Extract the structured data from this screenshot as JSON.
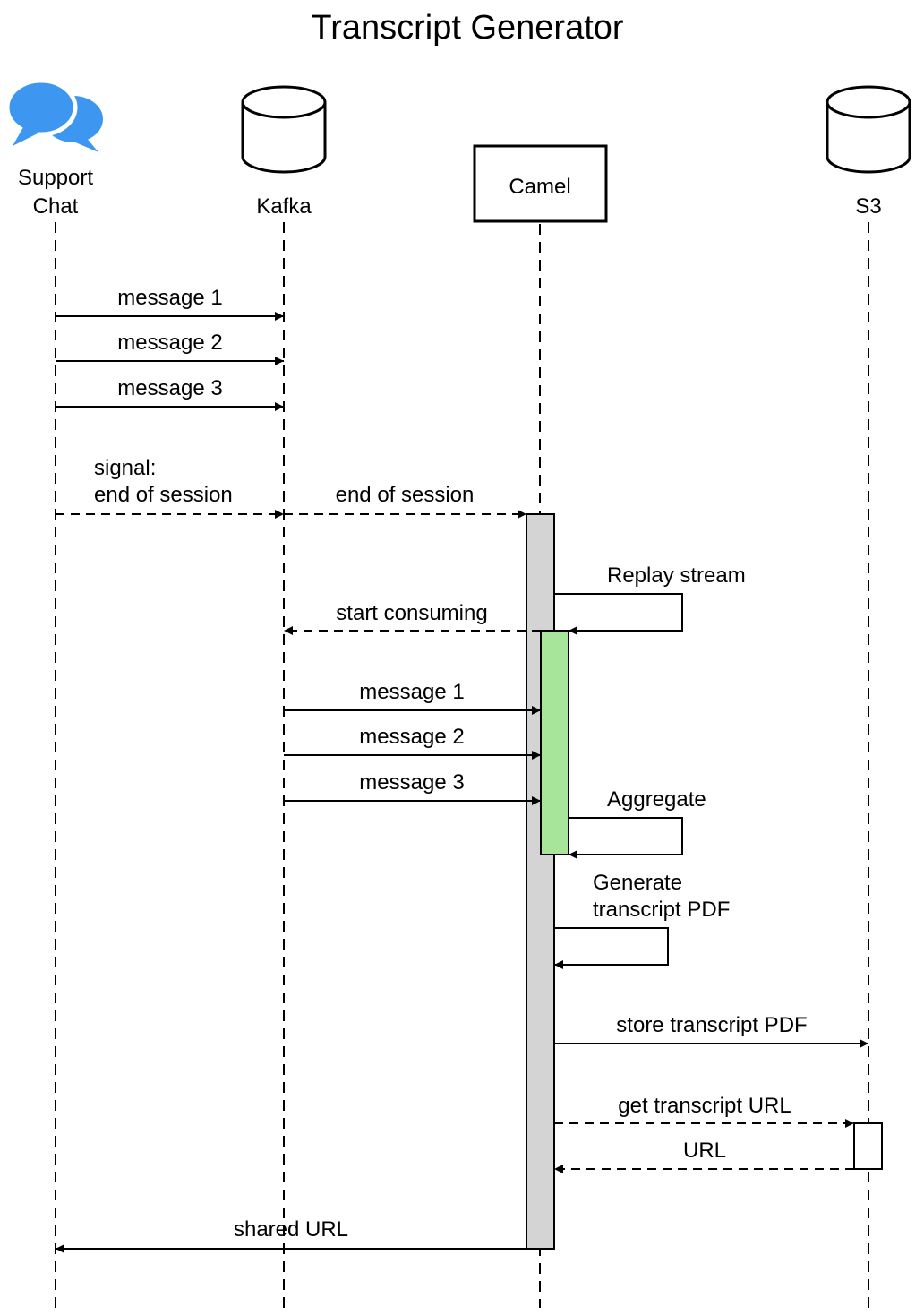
{
  "title": "Transcript Generator",
  "colors": {
    "chat_icon": "#3d97f0",
    "activation_main": "#d4d4d4",
    "activation_loop": "#a6e59a",
    "activation_s3": "#ffffff",
    "line": "#000000"
  },
  "participants": [
    {
      "id": "support-chat",
      "label_lines": [
        "Support",
        "Chat"
      ],
      "icon": "chat-bubbles-icon"
    },
    {
      "id": "kafka",
      "label_lines": [
        "Kafka"
      ],
      "icon": "database-icon"
    },
    {
      "id": "camel",
      "label_lines": [
        "Camel"
      ],
      "icon": "box"
    },
    {
      "id": "s3",
      "label_lines": [
        "S3"
      ],
      "icon": "database-icon"
    }
  ],
  "messages": [
    {
      "id": "m1",
      "label_lines": [
        "message 1"
      ],
      "from": "support-chat",
      "to": "kafka",
      "style": "solid"
    },
    {
      "id": "m2",
      "label_lines": [
        "message 2"
      ],
      "from": "support-chat",
      "to": "kafka",
      "style": "solid"
    },
    {
      "id": "m3",
      "label_lines": [
        "message 3"
      ],
      "from": "support-chat",
      "to": "kafka",
      "style": "solid"
    },
    {
      "id": "m4",
      "label_lines": [
        "signal:",
        "end of session"
      ],
      "from": "support-chat",
      "to": "kafka",
      "style": "dashed"
    },
    {
      "id": "m5",
      "label_lines": [
        "end of session"
      ],
      "from": "kafka",
      "to": "camel",
      "style": "dashed"
    },
    {
      "id": "m6",
      "label_lines": [
        "Replay stream"
      ],
      "from": "camel",
      "to": "camel",
      "style": "solid"
    },
    {
      "id": "m7",
      "label_lines": [
        "start consuming"
      ],
      "from": "camel",
      "to": "kafka",
      "style": "dashed"
    },
    {
      "id": "m8",
      "label_lines": [
        "message 1"
      ],
      "from": "kafka",
      "to": "camel",
      "style": "solid"
    },
    {
      "id": "m9",
      "label_lines": [
        "message 2"
      ],
      "from": "kafka",
      "to": "camel",
      "style": "solid"
    },
    {
      "id": "m10",
      "label_lines": [
        "message 3"
      ],
      "from": "kafka",
      "to": "camel",
      "style": "solid"
    },
    {
      "id": "m11",
      "label_lines": [
        "Aggregate"
      ],
      "from": "camel",
      "to": "camel",
      "style": "solid"
    },
    {
      "id": "m12",
      "label_lines": [
        "Generate",
        "transcript PDF"
      ],
      "from": "camel",
      "to": "camel",
      "style": "solid"
    },
    {
      "id": "m13",
      "label_lines": [
        "store transcript PDF"
      ],
      "from": "camel",
      "to": "s3",
      "style": "solid"
    },
    {
      "id": "m14",
      "label_lines": [
        "get transcript URL"
      ],
      "from": "camel",
      "to": "s3",
      "style": "dashed"
    },
    {
      "id": "m15",
      "label_lines": [
        "URL"
      ],
      "from": "s3",
      "to": "camel",
      "style": "dashed"
    },
    {
      "id": "m16",
      "label_lines": [
        "shared URL"
      ],
      "from": "camel",
      "to": "support-chat",
      "style": "solid"
    }
  ]
}
